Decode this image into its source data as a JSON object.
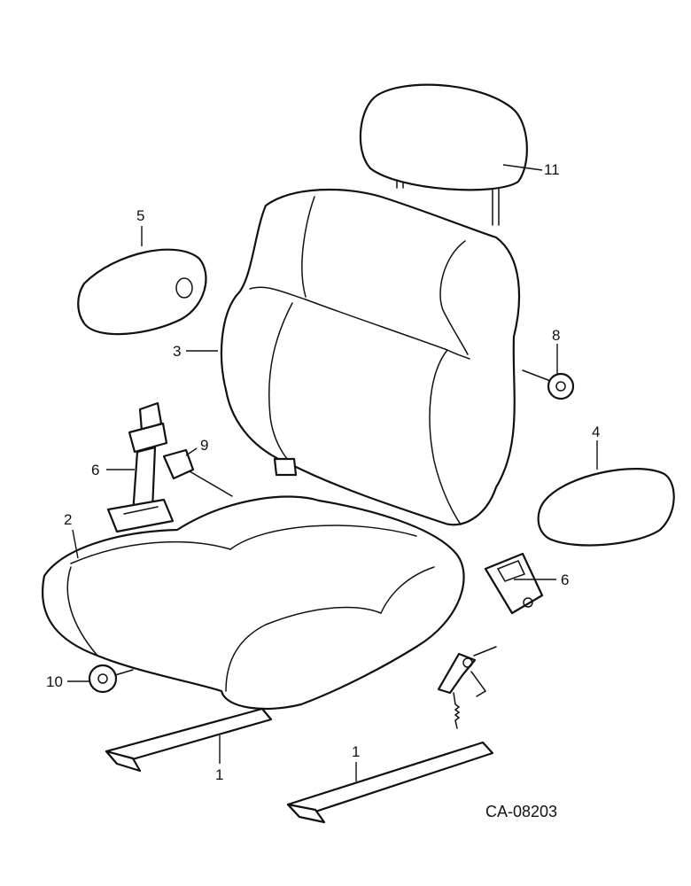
{
  "diagram_code": "CA-08203",
  "callouts": [
    {
      "id": "c1a",
      "text": "1"
    },
    {
      "id": "c1b",
      "text": "1"
    },
    {
      "id": "c2",
      "text": "2"
    },
    {
      "id": "c3",
      "text": "3"
    },
    {
      "id": "c4",
      "text": "4"
    },
    {
      "id": "c5",
      "text": "5"
    },
    {
      "id": "c6a",
      "text": "6"
    },
    {
      "id": "c6b",
      "text": "6"
    },
    {
      "id": "c8",
      "text": "8"
    },
    {
      "id": "c9",
      "text": "9"
    },
    {
      "id": "c10",
      "text": "10"
    },
    {
      "id": "c11",
      "text": "11"
    }
  ]
}
